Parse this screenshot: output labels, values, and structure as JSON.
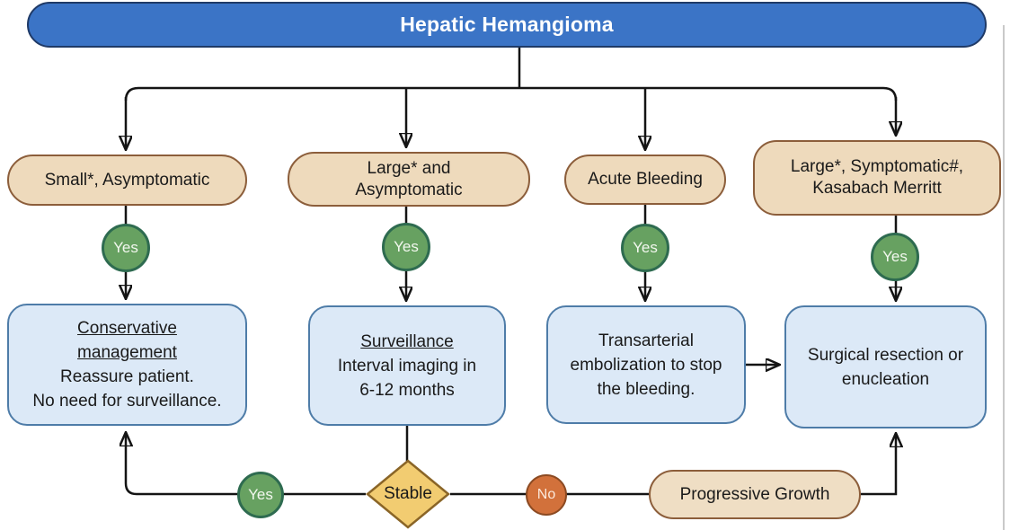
{
  "title": "Hepatic Hemangioma",
  "branches": [
    {
      "id": "small-asymptomatic",
      "lines": [
        "Small*, Asymptomatic"
      ],
      "decision": "Yes"
    },
    {
      "id": "large-asymptomatic",
      "lines": [
        "Large* and",
        "Asymptomatic"
      ],
      "decision": "Yes"
    },
    {
      "id": "acute-bleeding",
      "lines": [
        "Acute Bleeding"
      ],
      "decision": "Yes"
    },
    {
      "id": "large-symptomatic",
      "lines": [
        "Large*, Symptomatic#,",
        "Kasabach Merritt"
      ],
      "decision": "Yes"
    }
  ],
  "outcomes": [
    {
      "id": "conservative",
      "underlined": [
        "Conservative",
        "management"
      ],
      "body": [
        "Reassure patient.",
        "No need for surveillance."
      ]
    },
    {
      "id": "surveillance",
      "underlined": [
        "Surveillance"
      ],
      "body": [
        "Interval imaging in",
        "6-12 months"
      ]
    },
    {
      "id": "embolization",
      "body": [
        "Transarterial",
        "embolization to stop",
        "the bleeding."
      ]
    },
    {
      "id": "surgical",
      "body": [
        "Surgical resection or",
        "enucleation"
      ]
    }
  ],
  "followup": {
    "stable_label": "Stable",
    "stable_yes": "Yes",
    "stable_no": "No",
    "progressive_label": "Progressive Growth"
  },
  "colors": {
    "title_fill": "#3B74C6",
    "title_border": "#1F3A67",
    "condition_fill": "#EEDABC",
    "condition_border": "#8C5E3B",
    "outcome_fill": "#DCE9F7",
    "outcome_border": "#4E7CA8",
    "yes_fill": "#67A161",
    "yes_border": "#2E6B50",
    "no_fill": "#D2713B",
    "no_border": "#8C4A22",
    "diamond_fill": "#F2CC71",
    "diamond_border": "#8A6527",
    "line_color": "#141414"
  }
}
